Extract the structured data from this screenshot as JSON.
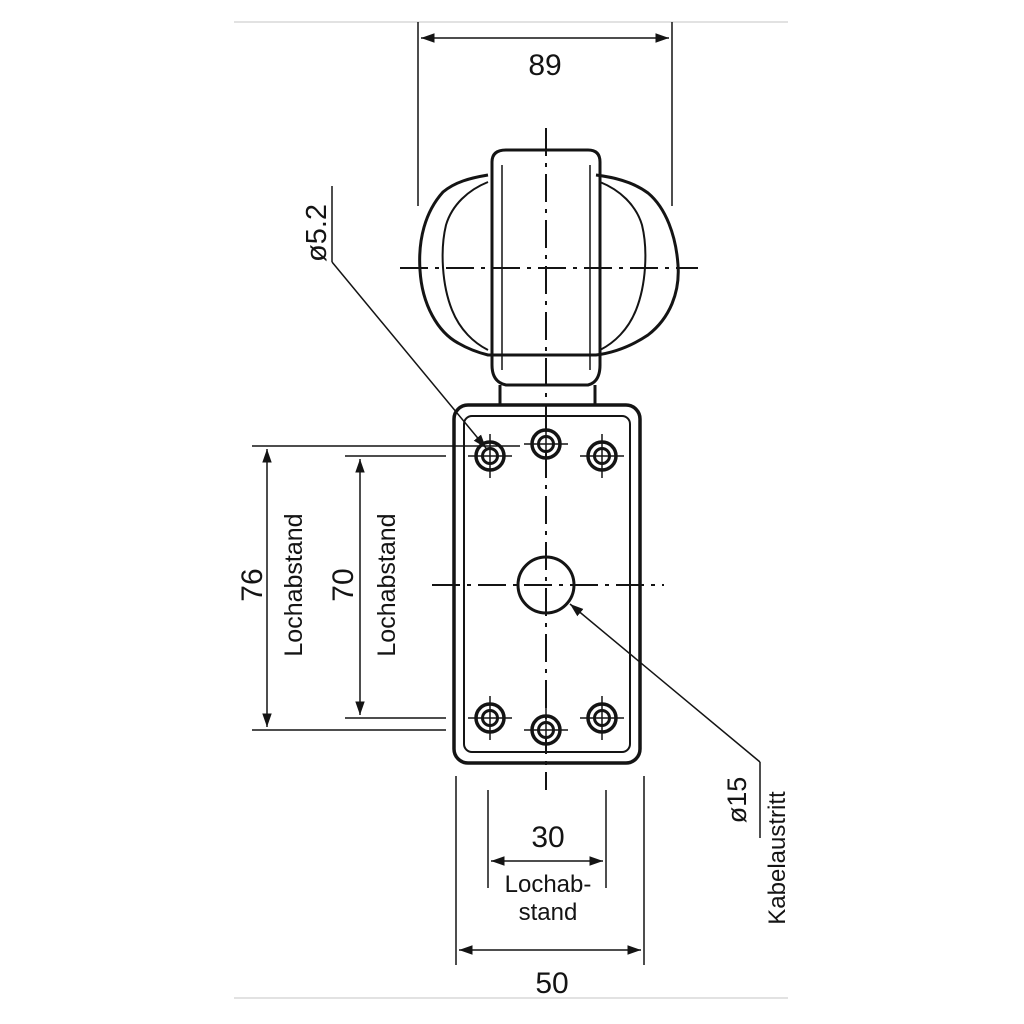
{
  "dimensions": {
    "lamp_width": "89",
    "hole_diameter": "ø5.2",
    "outer_hole_spacing": "76",
    "inner_hole_spacing": "70",
    "vertical_spacing_label": "Lochabstand",
    "horizontal_spacing": "30",
    "horizontal_spacing_label_line1": "Lochab-",
    "horizontal_spacing_label_line2": "stand",
    "base_width": "50",
    "cable_diameter": "ø15",
    "cable_label": "Kabelaustritt"
  }
}
